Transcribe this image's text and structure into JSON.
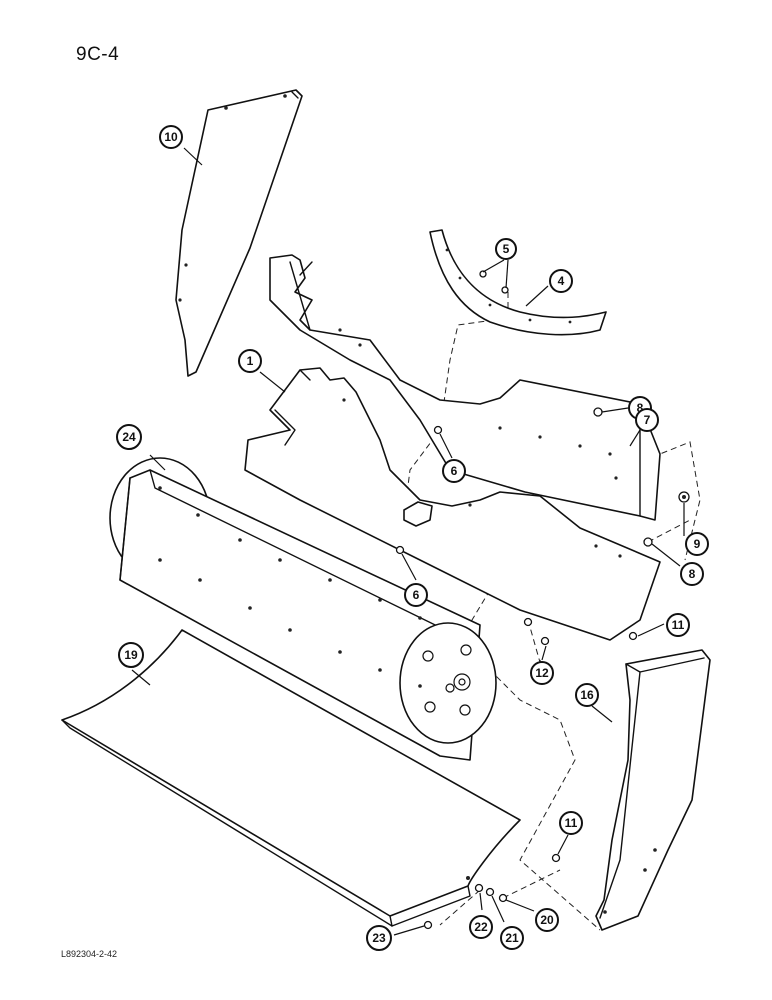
{
  "page_title": "9C-4",
  "figure_id": "L892304-2-42",
  "callouts": [
    {
      "id": "callout-10",
      "label": "10"
    },
    {
      "id": "callout-5",
      "label": "5"
    },
    {
      "id": "callout-4",
      "label": "4"
    },
    {
      "id": "callout-1",
      "label": "1"
    },
    {
      "id": "callout-8a",
      "label": "8"
    },
    {
      "id": "callout-7",
      "label": "7"
    },
    {
      "id": "callout-6a",
      "label": "6"
    },
    {
      "id": "callout-24",
      "label": "24"
    },
    {
      "id": "callout-9",
      "label": "9"
    },
    {
      "id": "callout-8b",
      "label": "8"
    },
    {
      "id": "callout-6b",
      "label": "6"
    },
    {
      "id": "callout-11a",
      "label": "11"
    },
    {
      "id": "callout-12",
      "label": "12"
    },
    {
      "id": "callout-19",
      "label": "19"
    },
    {
      "id": "callout-16",
      "label": "16"
    },
    {
      "id": "callout-11b",
      "label": "11"
    },
    {
      "id": "callout-20",
      "label": "20"
    },
    {
      "id": "callout-22",
      "label": "22"
    },
    {
      "id": "callout-21",
      "label": "21"
    },
    {
      "id": "callout-23",
      "label": "23"
    }
  ]
}
